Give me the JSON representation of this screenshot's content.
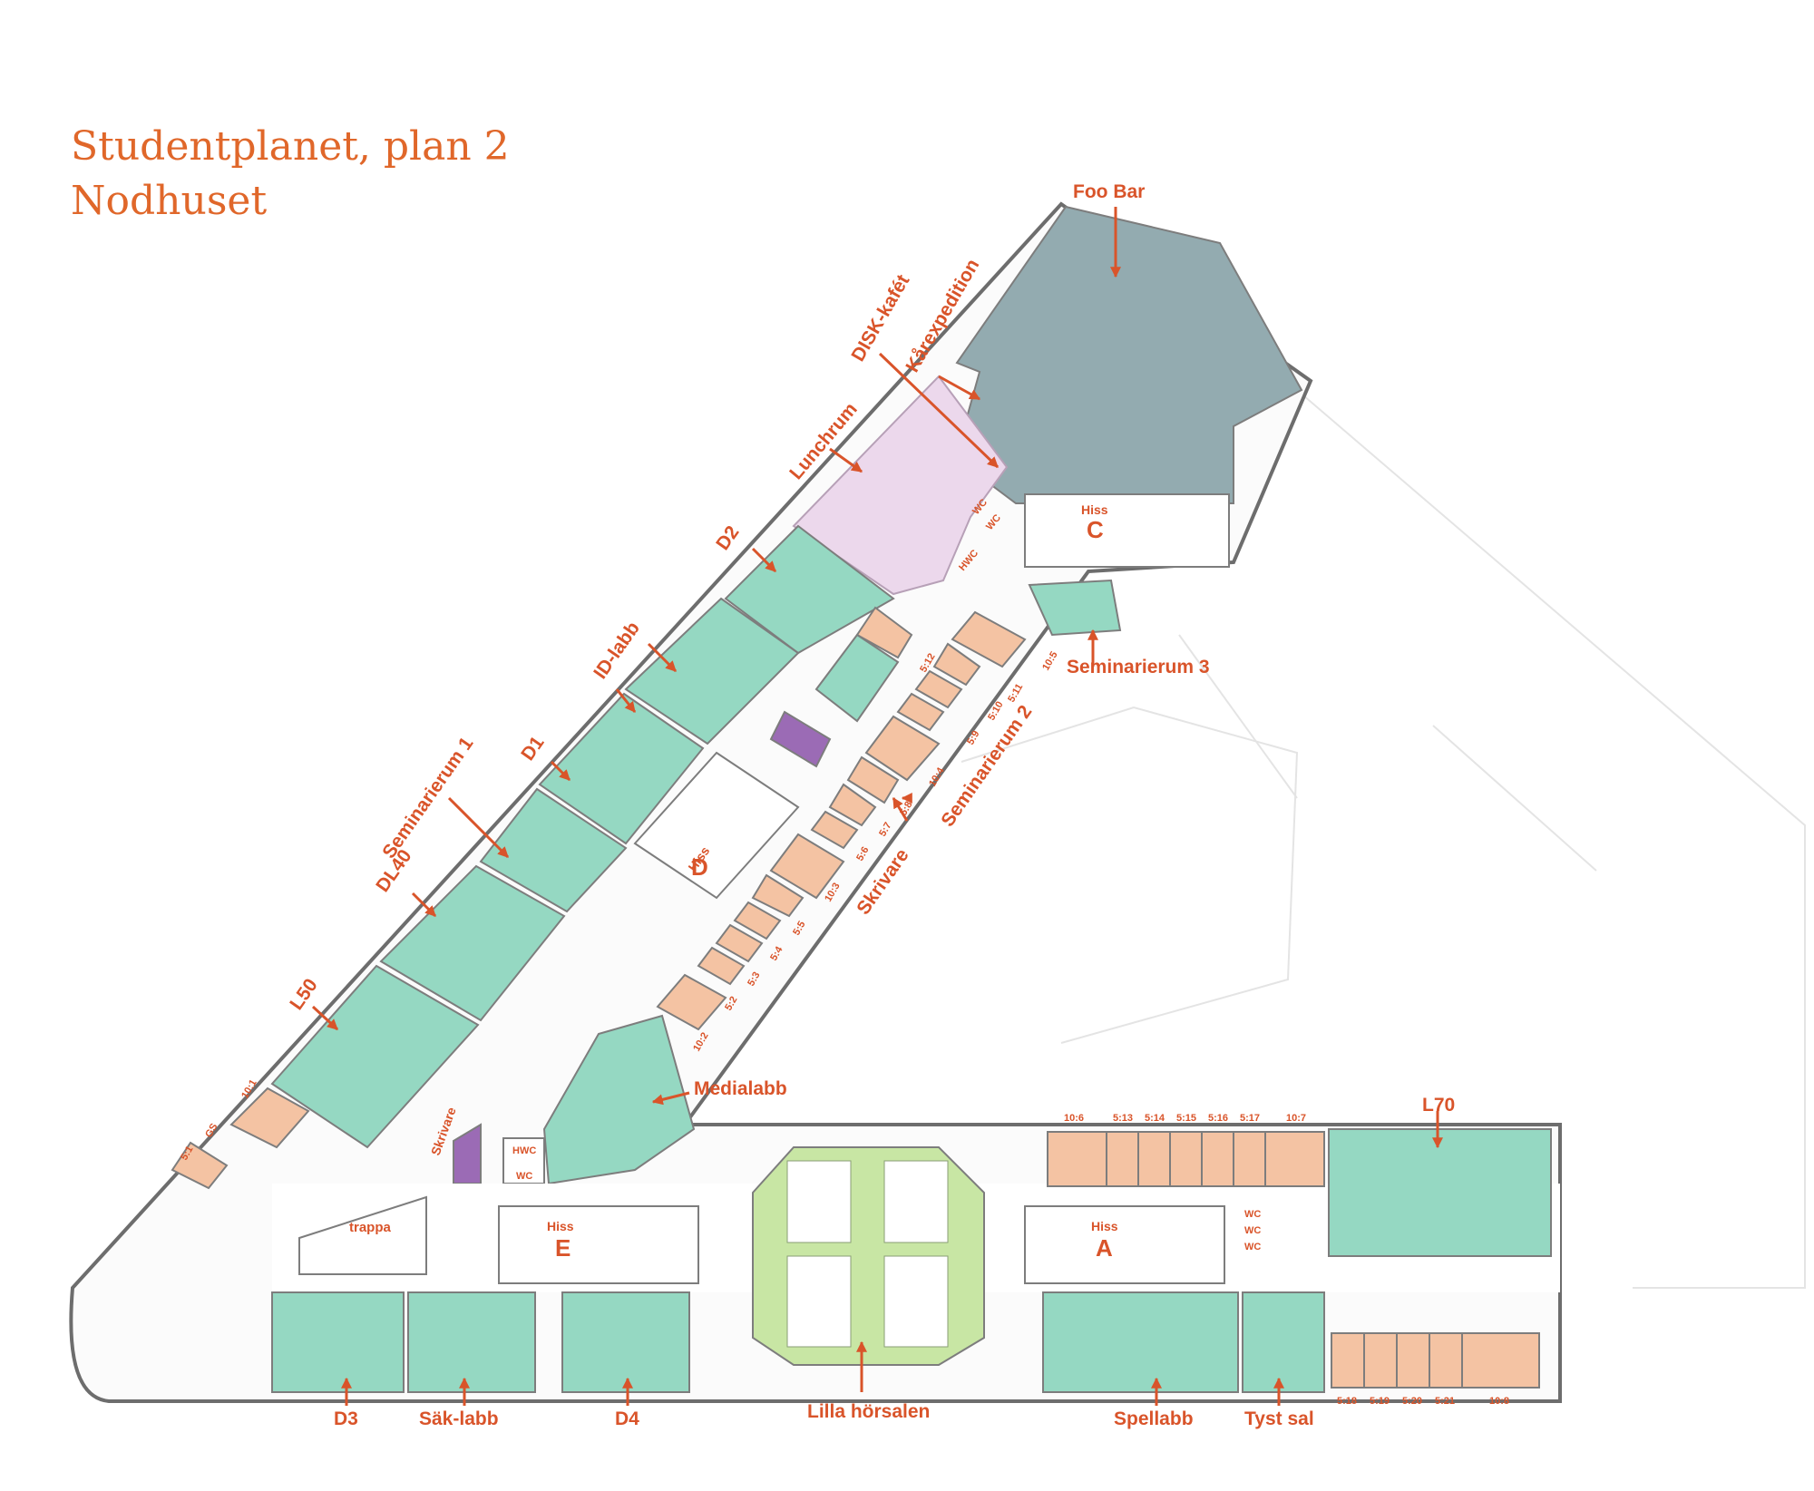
{
  "title": {
    "line1": "Studentplanet, plan 2",
    "line2": "Nodhuset"
  },
  "colors": {
    "accent": "#d9542a",
    "lab": "#95d8c2",
    "seminar": "#f4c3a3",
    "cafe": "#93abb0",
    "lunch": "#ecd8ec",
    "auditorium": "#c8e6a4",
    "printer": "#9b6bb5",
    "wall": "#7d7d7d"
  },
  "rooms": {
    "foo_bar": "Foo Bar",
    "karexpedition": "Kårexpedition",
    "disk_kafet": "DISK-kafét",
    "lunchrum": "Lunchrum",
    "d2": "D2",
    "id_labb": "ID-labb",
    "d1": "D1",
    "seminarierum_1": "Seminarierum 1",
    "dl40": "DL40",
    "l50": "L50",
    "seminarierum_3": "Seminarierum 3",
    "seminarierum_2": "Seminarierum 2",
    "skrivare_upper": "Skrivare",
    "skrivare_lower": "Skrivare",
    "medialabb": "Medialabb",
    "l70": "L70",
    "d3": "D3",
    "sak_labb": "Säk-labb",
    "d4": "D4",
    "lilla_horsalen": "Lilla hörsalen",
    "spellabb": "Spellabb",
    "tyst_sal": "Tyst sal",
    "trappa": "trappa"
  },
  "elevators": {
    "hiss": "Hiss",
    "a": "A",
    "c": "C",
    "d": "D",
    "e": "E"
  },
  "facilities": {
    "wc": "WC",
    "hwc": "HWC",
    "gs": "GS"
  },
  "room_numbers": {
    "diag_left": [
      "10:1",
      "5:1"
    ],
    "diag_right": [
      "10:5",
      "5:12",
      "5:11",
      "5:10",
      "5:9",
      "10:4",
      "5:8",
      "5:7",
      "5:6",
      "10:3",
      "5:5",
      "5:4",
      "5:3",
      "5:2",
      "10:2"
    ],
    "top_row": [
      "10:6",
      "5:13",
      "5:14",
      "5:15",
      "5:16",
      "5:17",
      "10:7"
    ],
    "bottom_row": [
      "5:18",
      "5:19",
      "5:20",
      "5:21",
      "10:8"
    ]
  }
}
